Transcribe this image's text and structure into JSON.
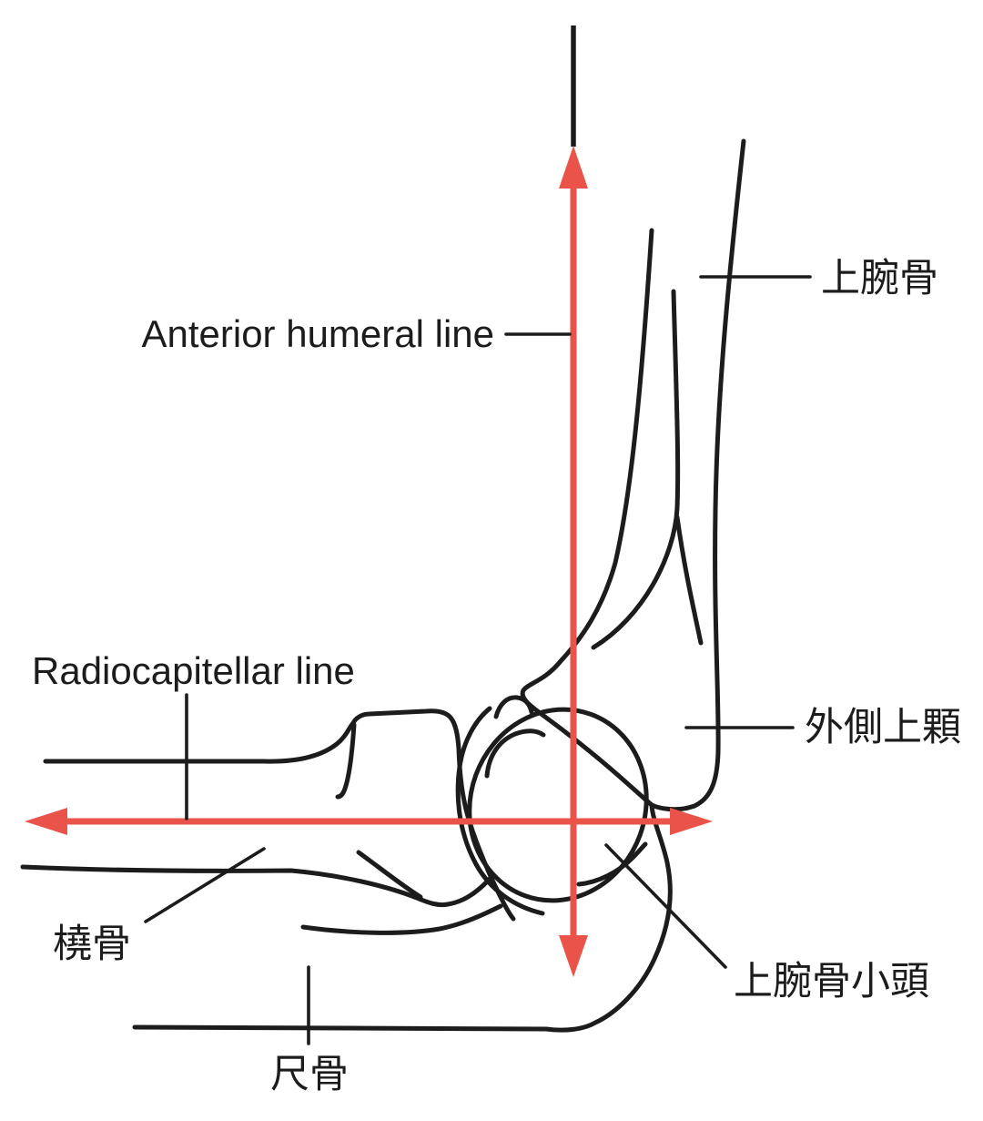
{
  "diagram": {
    "type": "elbow-lateral-schematic",
    "labels": {
      "anterior_humeral_line": "Anterior humeral line",
      "radiocapitellar_line": "Radiocapitellar line",
      "humerus_jp": "上腕骨",
      "lateral_epicondyle_jp": "外側上顆",
      "capitellum_jp": "上腕骨小頭",
      "radius_jp": "橈骨",
      "ulna_jp": "尺骨"
    },
    "colors": {
      "reference_line_red": "#e9534a",
      "outline_black": "#1c1c1c",
      "background": "#ffffff"
    }
  }
}
